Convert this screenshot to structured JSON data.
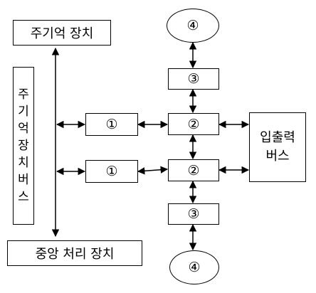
{
  "nodes": {
    "main_memory": "주기억 장치",
    "cpu": "중앙 처리 장치",
    "memory_bus_chars": [
      "주",
      "기",
      "억",
      "장",
      "치",
      "버",
      "스"
    ],
    "io_bus_line1": "입출력",
    "io_bus_line2": "버스",
    "n1_top": "①",
    "n1_bottom": "①",
    "n2_top": "②",
    "n2_bottom": "②",
    "n3_top": "③",
    "n3_bottom": "③",
    "n4_top": "④",
    "n4_bottom": "④"
  }
}
